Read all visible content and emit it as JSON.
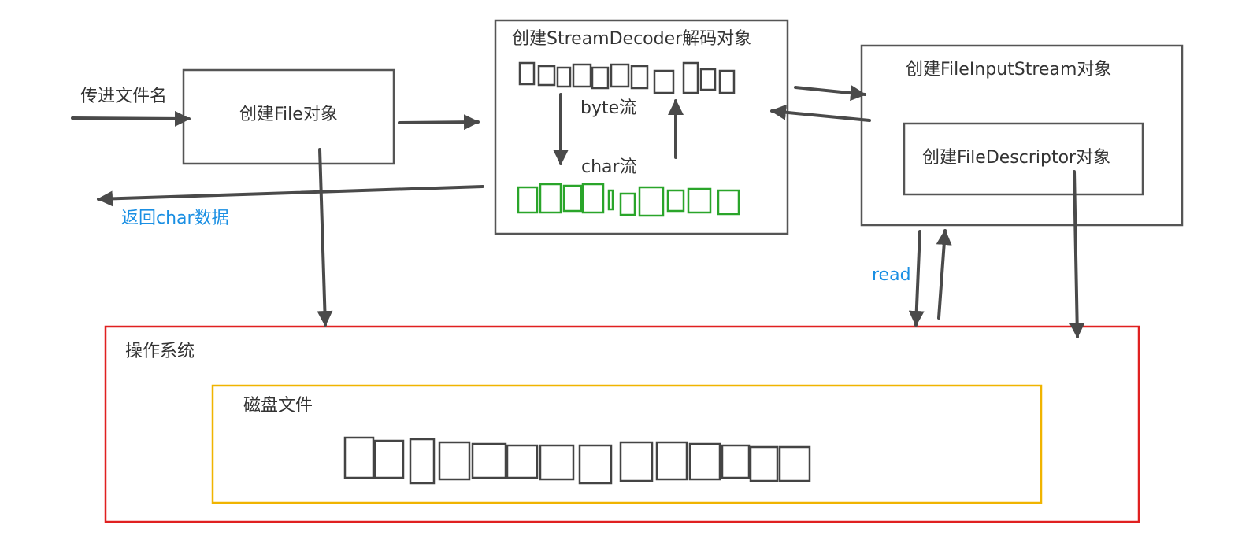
{
  "labels": {
    "input_filename": "传进文件名",
    "file_object": "创建File对象",
    "stream_decoder": "创建StreamDecoder解码对象",
    "byte_stream": "byte流",
    "char_stream": "char流",
    "return_char": "返回char数据",
    "file_input_stream": "创建FileInputStream对象",
    "file_descriptor": "创建FileDescriptor对象",
    "read": "read",
    "os": "操作系统",
    "disk_file": "磁盘文件"
  },
  "colors": {
    "box_border": "#555555",
    "arrow": "#4a4a4a",
    "byte_cells": "#444444",
    "char_cells": "#2aa52a",
    "os_border": "#e02020",
    "disk_border": "#f0b400",
    "highlight_text": "#1a8fe3"
  }
}
